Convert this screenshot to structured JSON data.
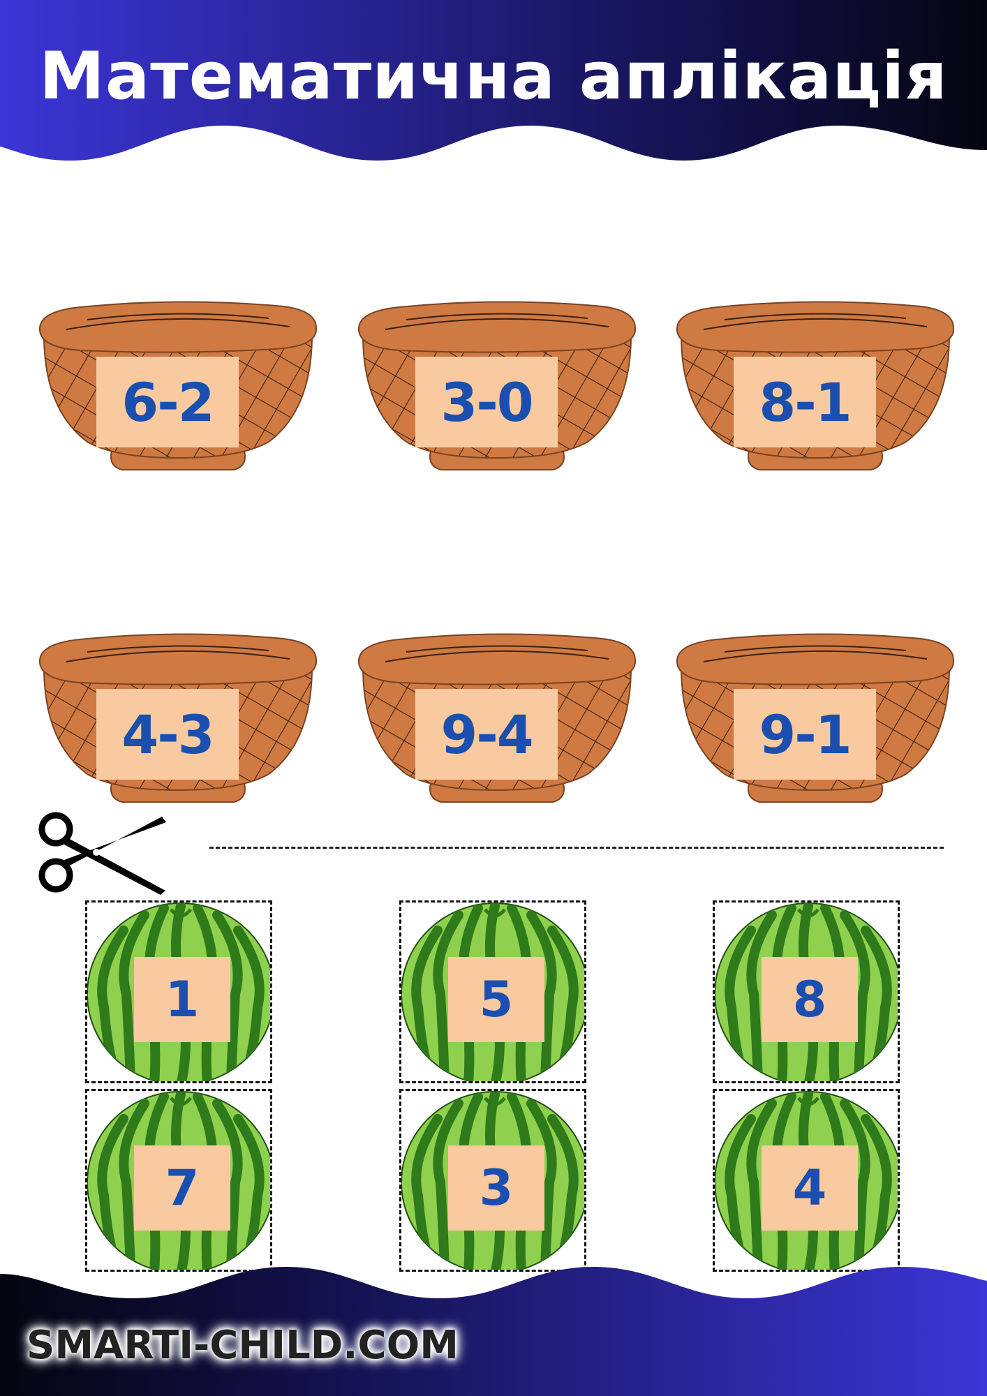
{
  "header": {
    "title": "Математична аплікація",
    "gradient_start": "#3b35d6",
    "gradient_end": "#0a0a1e"
  },
  "baskets": [
    {
      "expression": "6-2"
    },
    {
      "expression": "3-0"
    },
    {
      "expression": "8-1"
    },
    {
      "expression": "4-3"
    },
    {
      "expression": "9-4"
    },
    {
      "expression": "9-1"
    }
  ],
  "cut_line": {
    "icon": "scissors-icon"
  },
  "watermelons": [
    {
      "number": "1"
    },
    {
      "number": "5"
    },
    {
      "number": "8"
    },
    {
      "number": "7"
    },
    {
      "number": "3"
    },
    {
      "number": "4"
    }
  ],
  "footer": {
    "brand": "SMARTI-CHILD.COM",
    "gradient_start": "#0a0a1e",
    "gradient_end": "#3b35d6"
  },
  "colors": {
    "basket": "#cf7a42",
    "plate": "#f9c9a0",
    "text_blue": "#1a4faf",
    "melon_light": "#8fd04e",
    "melon_dark": "#2f7a1a"
  }
}
